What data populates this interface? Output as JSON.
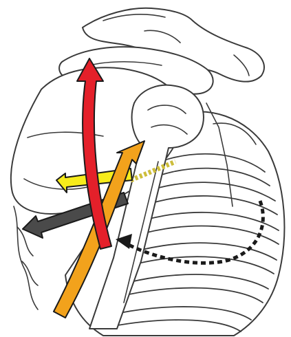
{
  "diagram": {
    "subject": "shoulder-scapula-ribcage",
    "arrows": [
      {
        "id": "red",
        "color": "#e4202a"
      },
      {
        "id": "orange",
        "color": "#f2a21c"
      },
      {
        "id": "yellow",
        "color": "#f7ec1b"
      },
      {
        "id": "dark-gray",
        "color": "#4a4a4a"
      },
      {
        "id": "rotation-dashed",
        "color": "#1a1a1a"
      }
    ]
  }
}
